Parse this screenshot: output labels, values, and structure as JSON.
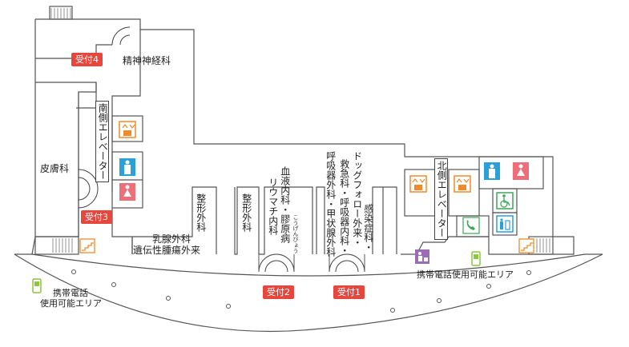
{
  "departments": {
    "psychiatry": "精神神経科",
    "dermatology": "皮膚科",
    "orthopedics1": "整形外科",
    "orthopedics2": "整形外科",
    "breast_surgery": "乳腺外科",
    "hereditary_tumor": "遺伝性腫瘍外来",
    "hematology": "血液内科・膠原病",
    "rheumatology": "リウマチ内科",
    "collagen_ruby": "こうげんびょう",
    "dog_forest": "ドッグフォロー外来・",
    "emergency": "救急科・呼吸器内科・",
    "infectious": "感染症科・",
    "respiratory_surgery": "呼吸器外科・甲状腺外科"
  },
  "reception": {
    "r1": "受付1",
    "r2": "受付2",
    "r3": "受付3",
    "r4": "受付4"
  },
  "elevators": {
    "south": "南側エレベーター",
    "north": "北側エレベーター"
  },
  "phone_area": {
    "right": "携帯電話使用可能エリア",
    "left_line1": "携帯電話",
    "left_line2": "使用可能エリア"
  },
  "icon_names": [
    "elevator-icon",
    "male-toilet-icon",
    "female-toilet-icon",
    "wheelchair-icon",
    "phone-icon",
    "multipurpose-toilet-icon",
    "stairs-icon",
    "mobile-phone-icon",
    "nursing-room-icon"
  ],
  "colors": {
    "reception_badge": "#e8453c",
    "elevator_icon": "#f08a2c",
    "male_toilet": "#2b9fd8",
    "female_toilet": "#ee6f7a",
    "wheelchair": "#3aa757",
    "mobile_phone": "#8cc63f",
    "nursing": "#9b6db5"
  }
}
